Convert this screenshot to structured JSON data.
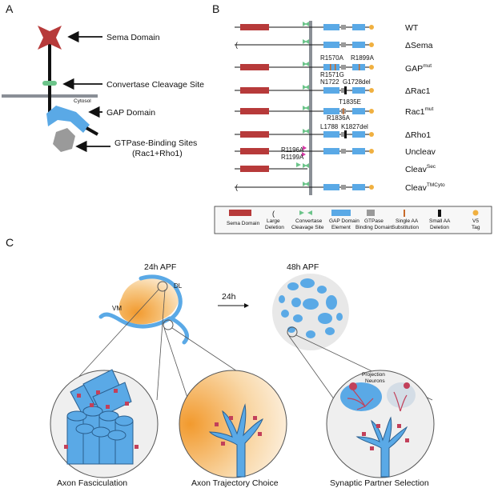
{
  "panels": {
    "a": "A",
    "b": "B",
    "c": "C"
  },
  "panel_a": {
    "sema_domain": "Sema Domain",
    "convertase_site": "Convertase Cleavage Site",
    "cytosol": "Cytosol",
    "gap_domain": "GAP Domain",
    "gtpase_sites_line1": "GTPase-Binding Sites",
    "gtpase_sites_line2": "(Rac1+Rho1)"
  },
  "panel_b": {
    "constructs": [
      {
        "name": "WT"
      },
      {
        "name": "ΔSema"
      },
      {
        "name": "GAP",
        "sup": "mut"
      },
      {
        "name": "ΔRac1"
      },
      {
        "name": "Rac1",
        "sup": "mut"
      },
      {
        "name": "ΔRho1"
      },
      {
        "name": "Uncleav"
      },
      {
        "name": "Cleav",
        "sup": "Sec"
      },
      {
        "name": "Cleav",
        "sup": "TMCyto"
      }
    ],
    "mutations": {
      "gap_1": "R1570A",
      "gap_2": "R1899A",
      "gap_3": "R1571G",
      "drac_1": "N1722",
      "drac_2": "G1728del",
      "rac_1": "T1835E",
      "rac_2": "R1836A",
      "drho_1": "L1788",
      "drho_2": "K1827del",
      "unc_1": "R1196A",
      "unc_2": "R1199A"
    },
    "legend": {
      "sema": "Sema Domain",
      "deletion_l1": "Large",
      "deletion_l2": "Deletion",
      "convertase_l1": "Convertase",
      "convertase_l2": "Cleavage Site",
      "gap_l1": "GAP Domain",
      "gap_l2": "Element",
      "gtpase_l1": "GTPase",
      "gtpase_l2": "Binding Domain",
      "single_l1": "Single AA",
      "single_l2": "Substitution",
      "small_l1": "Small AA",
      "small_l2": "Deletion",
      "v5_l1": "V5",
      "v5_l2": "Tag"
    }
  },
  "panel_c": {
    "t24": "24h APF",
    "t48": "48h APF",
    "arrow_label": "24h",
    "dl": "DL",
    "vm": "VM",
    "projection_l1": "Projection",
    "projection_l2": "Neurons",
    "cap1": "Axon Fasciculation",
    "cap2": "Axon Trajectory Choice",
    "cap3": "Synaptic Partner Selection"
  },
  "colors": {
    "sema_red": "#b73a3a",
    "gap_blue": "#5aa9e6",
    "gtpase_gray": "#9a9a9a",
    "convertase_green": "#6cc48a",
    "v5_orange": "#f0b040",
    "mut_pink": "#d63aa6",
    "membrane_gray": "#8a8f96",
    "axon_blue": "#5aa9e6",
    "neuron_red": "#c2405a"
  }
}
